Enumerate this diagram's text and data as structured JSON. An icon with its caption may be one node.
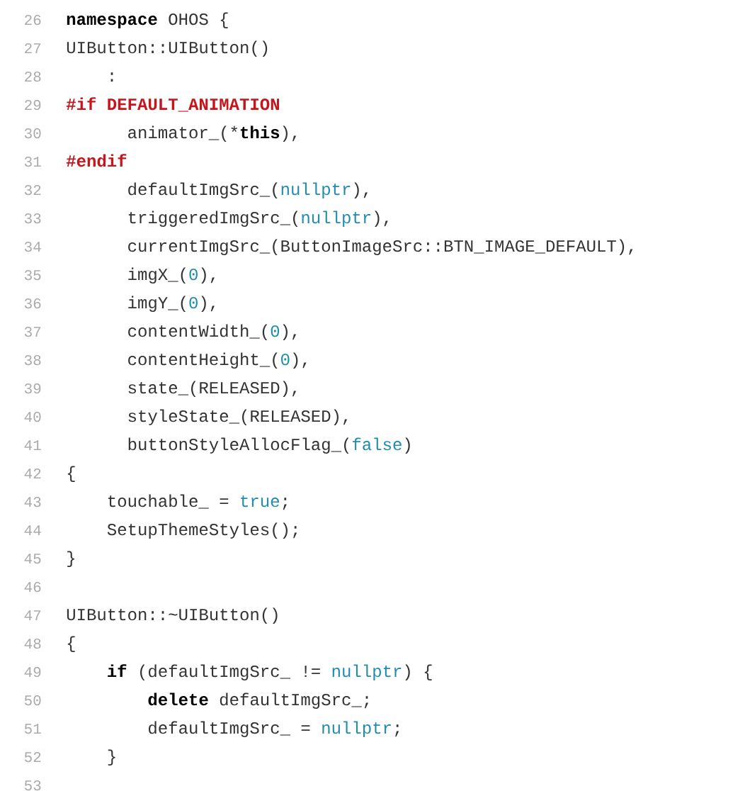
{
  "diagram": {
    "labels": [
      "26",
      "namespace",
      "OHOS {",
      "27",
      "UIButton::UIButton()",
      "28",
      ":",
      "29",
      "#if DEFAULT_ANIMATION",
      "30",
      "animator_(*",
      "this",
      "),",
      "31",
      "#endif",
      "32",
      "defaultImgSrc_(",
      "nullptr",
      "),",
      "33",
      "triggeredImgSrc_(",
      "nullptr",
      "),",
      "34",
      "currentImgSrc_(ButtonImageSrc::BTN_IMAGE_DEFAULT),",
      "35",
      "imgX_(",
      "0",
      "),",
      "36",
      "imgY_(",
      "0",
      "),",
      "37",
      "contentWidth_(",
      "0",
      "),",
      "38",
      "contentHeight_(",
      "0",
      "),",
      "39",
      "state_(RELEASED),",
      "40",
      "styleState_(RELEASED),",
      "41",
      "buttonStyleAllocFlag_(",
      "false",
      ")",
      "42",
      "{",
      "43",
      "touchable_ =",
      "true",
      ";",
      "44",
      "SetupThemeStyles();",
      "45",
      "}",
      "46",
      "47",
      "UIButton::~UIButton()",
      "48",
      "{",
      "49",
      "if",
      "(defaultImgSrc_ !=",
      "nullptr",
      ") {",
      "50",
      "delete",
      "defaultImgSrc_;",
      "51",
      "defaultImgSrc_ =",
      "nullptr",
      ";",
      "52",
      "}",
      "53"
    ]
  }
}
